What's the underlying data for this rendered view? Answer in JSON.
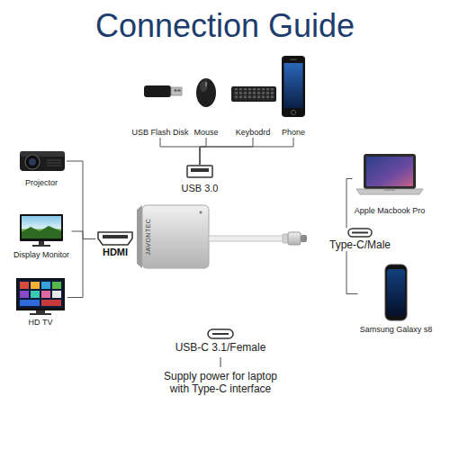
{
  "diagram": {
    "title": "Connection Guide",
    "nodes": [
      {
        "text": [
          "USB Flash Disk"
        ]
      },
      {
        "text": [
          "Mouse"
        ]
      },
      {
        "text": [
          "Keybodrd"
        ]
      },
      {
        "text": [
          "Phone"
        ]
      },
      {
        "text": [
          "USB 3.0"
        ]
      },
      {
        "text": [
          "Projector"
        ]
      },
      {
        "text": [
          "Display Monitor"
        ]
      },
      {
        "text": [
          "HD TV"
        ]
      },
      {
        "text": [
          "HDMI"
        ]
      },
      {
        "text": [
          "JAVONTEC"
        ]
      },
      {
        "text": [
          "Type-C/Male"
        ]
      },
      {
        "text": [
          "Apple Macbook Pro"
        ]
      },
      {
        "text": [
          "Samsung Galaxy s8"
        ]
      },
      {
        "text": [
          "USB-C 3.1/Female",
          "Supply power for laptop with Type-C interface"
        ]
      }
    ],
    "edges": [
      {
        "from": 0,
        "to": 4,
        "arrow": "none"
      },
      {
        "from": 1,
        "to": 4,
        "arrow": "none"
      },
      {
        "from": 2,
        "to": 4,
        "arrow": "none"
      },
      {
        "from": 3,
        "to": 4,
        "arrow": "none"
      },
      {
        "from": 5,
        "to": 8,
        "arrow": "none"
      },
      {
        "from": 6,
        "to": 8,
        "arrow": "none"
      },
      {
        "from": 7,
        "to": 8,
        "arrow": "none"
      },
      {
        "from": 11,
        "to": 10,
        "arrow": "none"
      },
      {
        "from": 12,
        "to": 10,
        "arrow": "none"
      }
    ]
  }
}
